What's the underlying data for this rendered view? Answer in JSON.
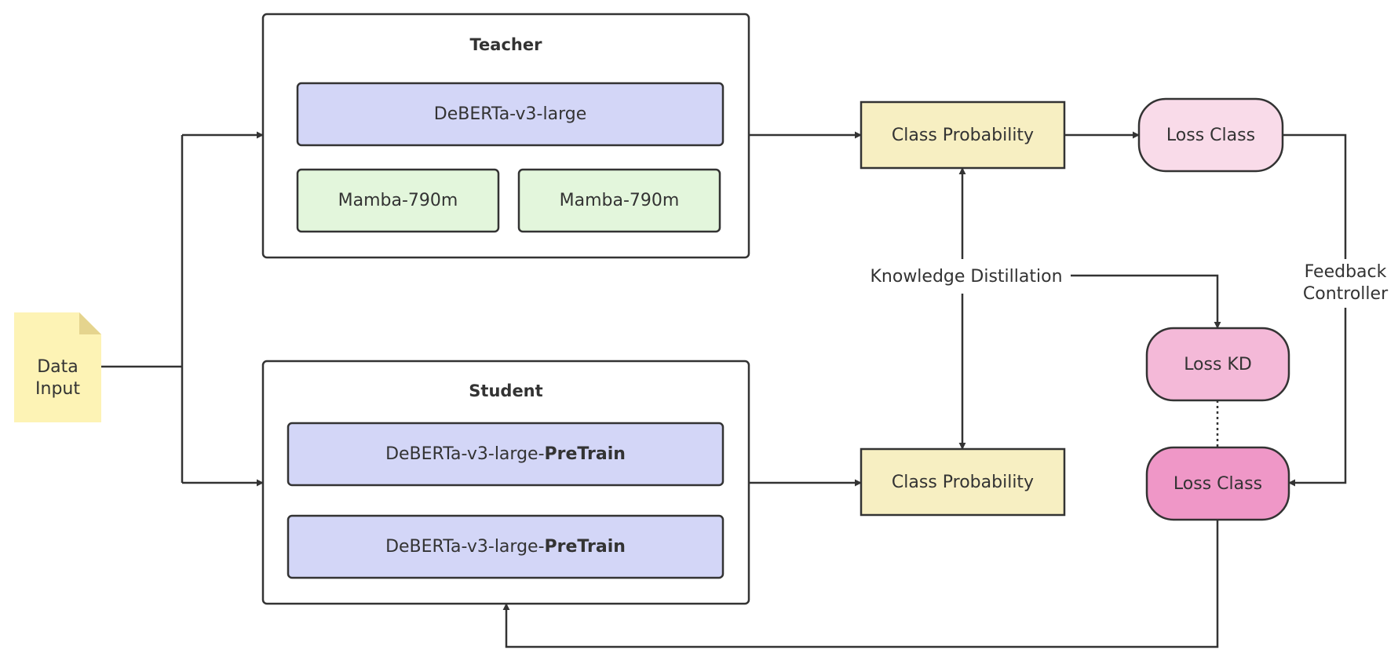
{
  "teacher": {
    "title": "Teacher",
    "deberta": "DeBERTa-v3-large",
    "mamba_1": "Mamba-790m",
    "mamba_2": "Mamba-790m"
  },
  "student": {
    "title": "Student",
    "model_1": {
      "base": "DeBERTa-v3-large-",
      "suffix": "PreTrain"
    },
    "model_2": {
      "base": "DeBERTa-v3-large-",
      "suffix": "PreTrain"
    }
  },
  "data_input": {
    "line1": "Data",
    "line2": "Input"
  },
  "teacher_probability": "Class Probability",
  "student_probability": "Class Probability",
  "teacher_loss": "Loss Class",
  "loss_kd": "Loss KD",
  "student_loss": "Loss Class",
  "knowledge_distillation": "Knowledge Distillation",
  "feedback_controller": {
    "line1": "Feedback",
    "line2": "Controller"
  },
  "colors": {
    "line": "#333333",
    "deberta_fill": "#d3d6f7",
    "mamba_fill": "#e3f6dc",
    "probability_fill": "#f7efc2",
    "loss_class_light": "#f9dbe9",
    "loss_kd": "#f4b9d8",
    "loss_class_dark": "#ef97c7",
    "note_fill": "#fdf3b5",
    "note_fold": "#e5d48e"
  }
}
